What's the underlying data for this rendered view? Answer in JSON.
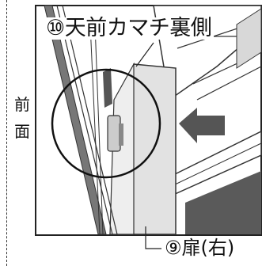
{
  "side_label": {
    "char1": "前",
    "char2": "面"
  },
  "callouts": {
    "top": "⑩天前カマチ裏側",
    "bottom": "⑨扉(右)"
  }
}
